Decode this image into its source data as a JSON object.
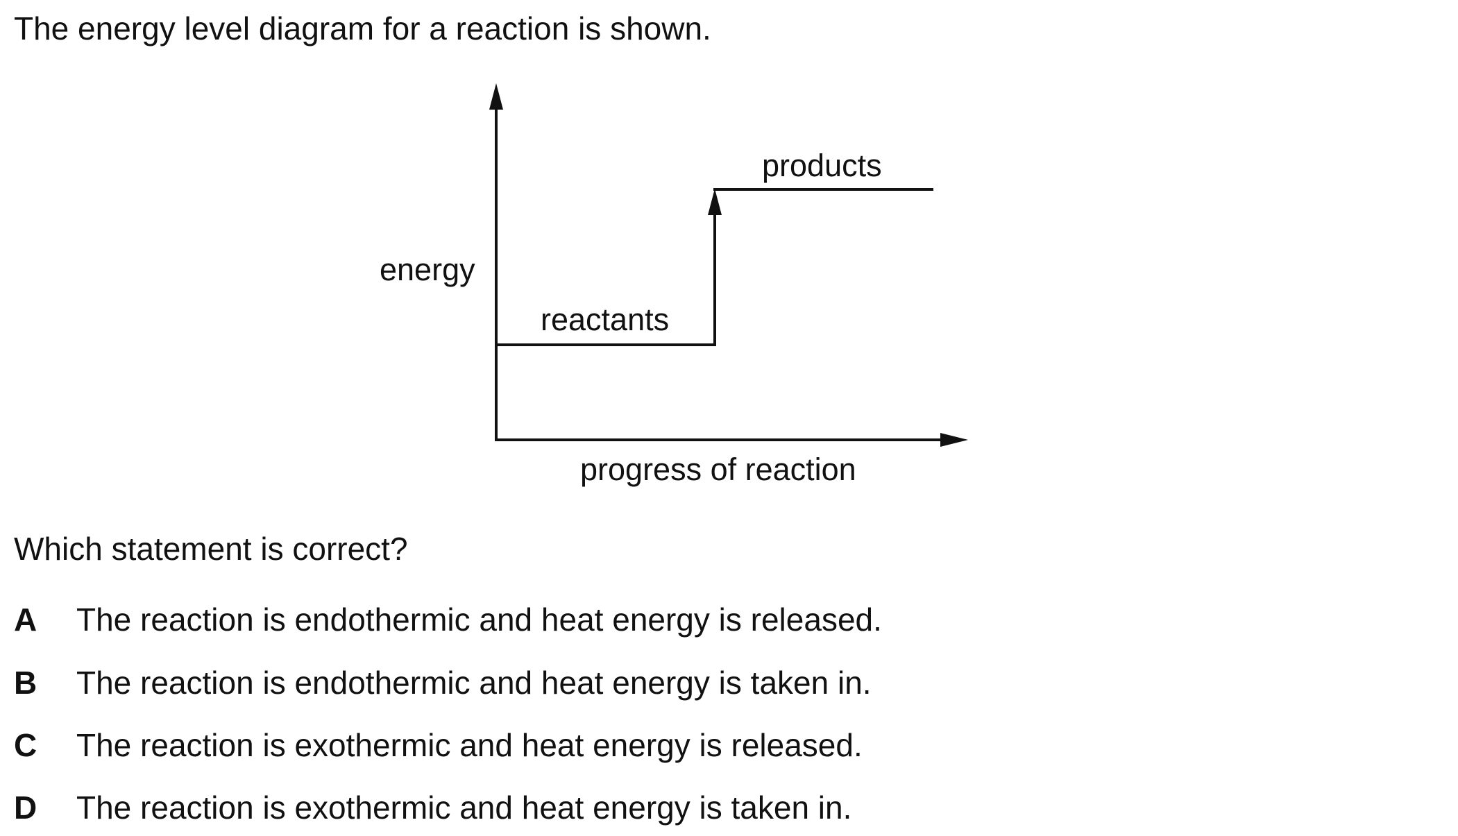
{
  "intro": "The energy level diagram for a reaction is shown.",
  "diagram": {
    "y_axis_label": "energy",
    "x_axis_label": "progress of reaction",
    "lower_level_label": "reactants",
    "upper_level_label": "products"
  },
  "question": "Which statement is correct?",
  "options": [
    {
      "letter": "A",
      "text": "The reaction is endothermic and heat energy is released."
    },
    {
      "letter": "B",
      "text": "The reaction is endothermic and heat energy is taken in."
    },
    {
      "letter": "C",
      "text": "The reaction is exothermic and heat energy is released."
    },
    {
      "letter": "D",
      "text": "The reaction is exothermic and heat energy is taken in."
    }
  ]
}
